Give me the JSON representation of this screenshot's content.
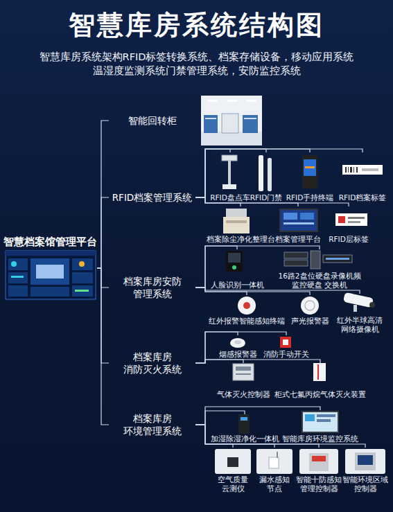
{
  "diagram": {
    "title": "智慧库房系统结构图",
    "nodes": [
      {
        "text": [
          "智慧档案馆管理平台"
        ]
      },
      {
        "text": [
          "智能回转柜"
        ]
      },
      {
        "text": [
          "RFID档案管理系统"
        ]
      },
      {
        "text": [
          "档案库房安防 管理系统"
        ]
      },
      {
        "text": [
          "档案库房 消防灭火系统"
        ]
      },
      {
        "text": [
          "档案库房 环境管理系统"
        ]
      },
      {
        "text": [
          "RFID盘点车"
        ]
      },
      {
        "text": [
          "RFID门禁"
        ]
      },
      {
        "text": [
          "RFID手持终端"
        ]
      },
      {
        "text": [
          "RFID档案标签"
        ]
      },
      {
        "text": [
          "档案除尘净化整理台"
        ]
      },
      {
        "text": [
          "档案管理平台"
        ]
      },
      {
        "text": [
          "RFID层标签"
        ]
      },
      {
        "text": [
          "人脸识别一体机"
        ]
      },
      {
        "text": [
          "16路2盘位硬盘录像机频 监控硬盘 交换机"
        ]
      },
      {
        "text": [
          "红外报警智能感知终端"
        ]
      },
      {
        "text": [
          "声光报警器"
        ]
      },
      {
        "text": [
          "红外半球高清 网络摄像机"
        ]
      },
      {
        "text": [
          "烟感报警器"
        ]
      },
      {
        "text": [
          "消防手动开关"
        ]
      },
      {
        "text": [
          "气体灭火控制器"
        ]
      },
      {
        "text": [
          "柜式七氟丙烷气体灭火装置"
        ]
      },
      {
        "text": [
          "加湿除湿净化一体机"
        ]
      },
      {
        "text": [
          "智能库房环境监控系统"
        ]
      },
      {
        "text": [
          "空气质量 云测仪"
        ]
      },
      {
        "text": [
          "漏水感知 节点"
        ]
      },
      {
        "text": [
          "智能十防感知 管理控制器"
        ]
      },
      {
        "text": [
          "智能环境区域 控制器"
        ]
      }
    ],
    "edges": [
      {
        "from": 0,
        "to": 1,
        "arrow": "none"
      },
      {
        "from": 0,
        "to": 2,
        "arrow": "none"
      },
      {
        "from": 0,
        "to": 3,
        "arrow": "none"
      },
      {
        "from": 0,
        "to": 4,
        "arrow": "none"
      },
      {
        "from": 0,
        "to": 5,
        "arrow": "none"
      },
      {
        "from": 2,
        "to": 6,
        "arrow": "none"
      },
      {
        "from": 2,
        "to": 7,
        "arrow": "none"
      },
      {
        "from": 2,
        "to": 8,
        "arrow": "none"
      },
      {
        "from": 2,
        "to": 9,
        "arrow": "none"
      },
      {
        "from": 2,
        "to": 10,
        "arrow": "none"
      },
      {
        "from": 2,
        "to": 11,
        "arrow": "none"
      },
      {
        "from": 2,
        "to": 12,
        "arrow": "none"
      },
      {
        "from": 3,
        "to": 13,
        "arrow": "none"
      },
      {
        "from": 3,
        "to": 14,
        "arrow": "none"
      },
      {
        "from": 3,
        "to": 15,
        "arrow": "none"
      },
      {
        "from": 3,
        "to": 16,
        "arrow": "none"
      },
      {
        "from": 3,
        "to": 17,
        "arrow": "none"
      },
      {
        "from": 4,
        "to": 18,
        "arrow": "none"
      },
      {
        "from": 4,
        "to": 19,
        "arrow": "none"
      },
      {
        "from": 4,
        "to": 20,
        "arrow": "none"
      },
      {
        "from": 4,
        "to": 21,
        "arrow": "none"
      },
      {
        "from": 5,
        "to": 22,
        "arrow": "none"
      },
      {
        "from": 5,
        "to": 23,
        "arrow": "none"
      },
      {
        "from": 5,
        "to": 24,
        "arrow": "none"
      },
      {
        "from": 5,
        "to": 25,
        "arrow": "none"
      },
      {
        "from": 5,
        "to": 26,
        "arrow": "none"
      },
      {
        "from": 5,
        "to": 27,
        "arrow": "none"
      }
    ],
    "labels": [
      "智慧库房系统架构RFID标签转换系统、档案存储设备，移动应用系统 温湿度监测系统门禁管理系统，安防监控系统"
    ]
  }
}
